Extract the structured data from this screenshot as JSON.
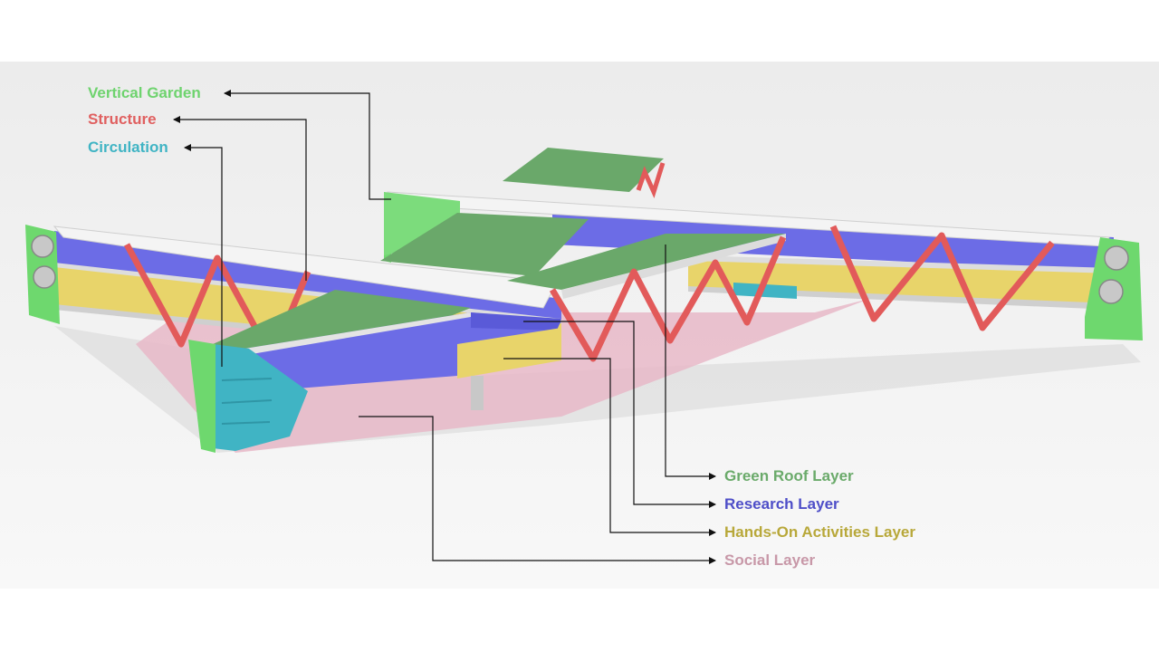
{
  "labels": {
    "vertical_garden": "Vertical Garden",
    "structure": "Structure",
    "circulation": "Circulation",
    "green_roof": "Green Roof Layer",
    "research": "Research Layer",
    "hands_on": "Hands-On Activities Layer",
    "social": "Social Layer"
  },
  "colors": {
    "vertical_garden": "#6ed36e",
    "structure": "#e06060",
    "circulation": "#40b4c4",
    "green_roof": "#6aaa6a",
    "research": "#4e4ec8",
    "hands_on": "#b8a83a",
    "social": "#c898a8"
  }
}
